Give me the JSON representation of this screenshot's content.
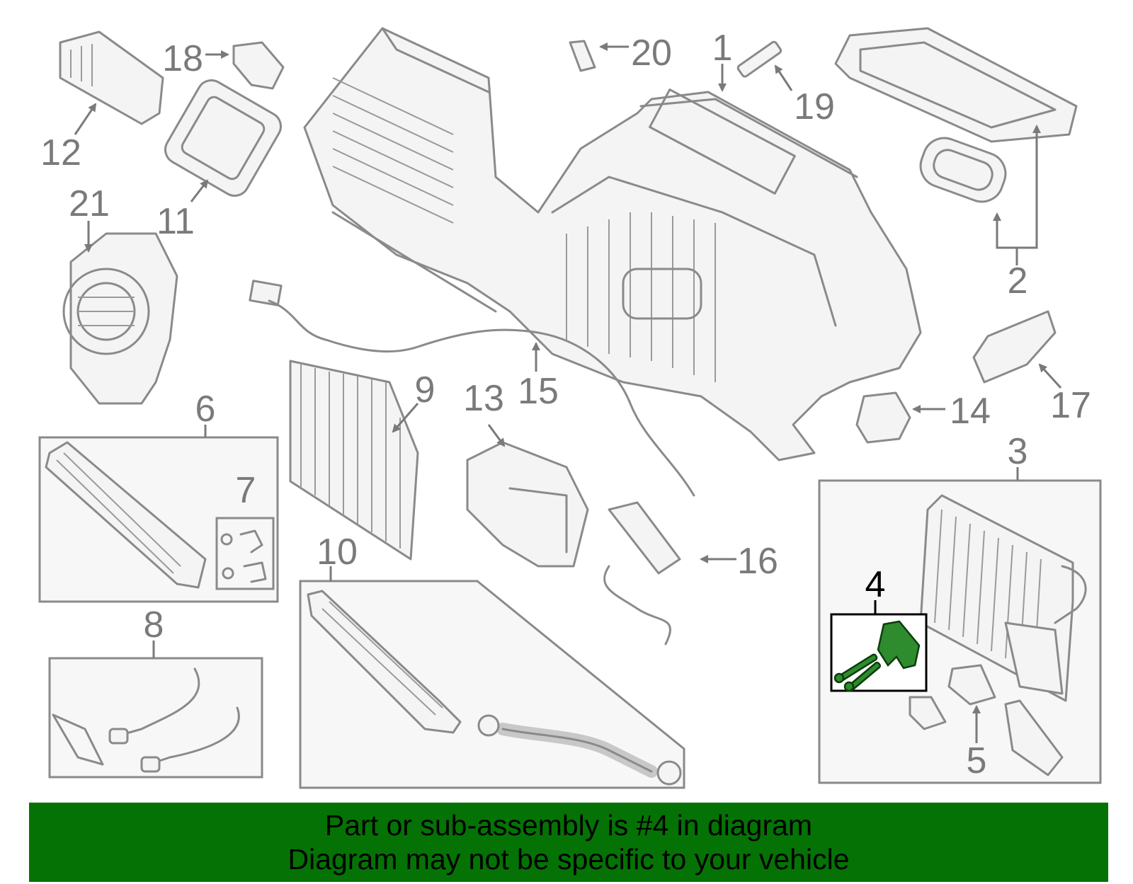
{
  "callouts": {
    "n1": "1",
    "n2": "2",
    "n3": "3",
    "n4": "4",
    "n5": "5",
    "n6": "6",
    "n7": "7",
    "n8": "8",
    "n9": "9",
    "n10": "10",
    "n11": "11",
    "n12": "12",
    "n13": "13",
    "n14": "14",
    "n15": "15",
    "n16": "16",
    "n17": "17",
    "n18": "18",
    "n19": "19",
    "n20": "20",
    "n21": "21"
  },
  "highlight": {
    "part": "4",
    "color": "#2e8b2e"
  },
  "banner": {
    "line1": "Part or sub-assembly is #4 in diagram",
    "line2": "Diagram may not be specific to your vehicle",
    "background": "#057205"
  }
}
